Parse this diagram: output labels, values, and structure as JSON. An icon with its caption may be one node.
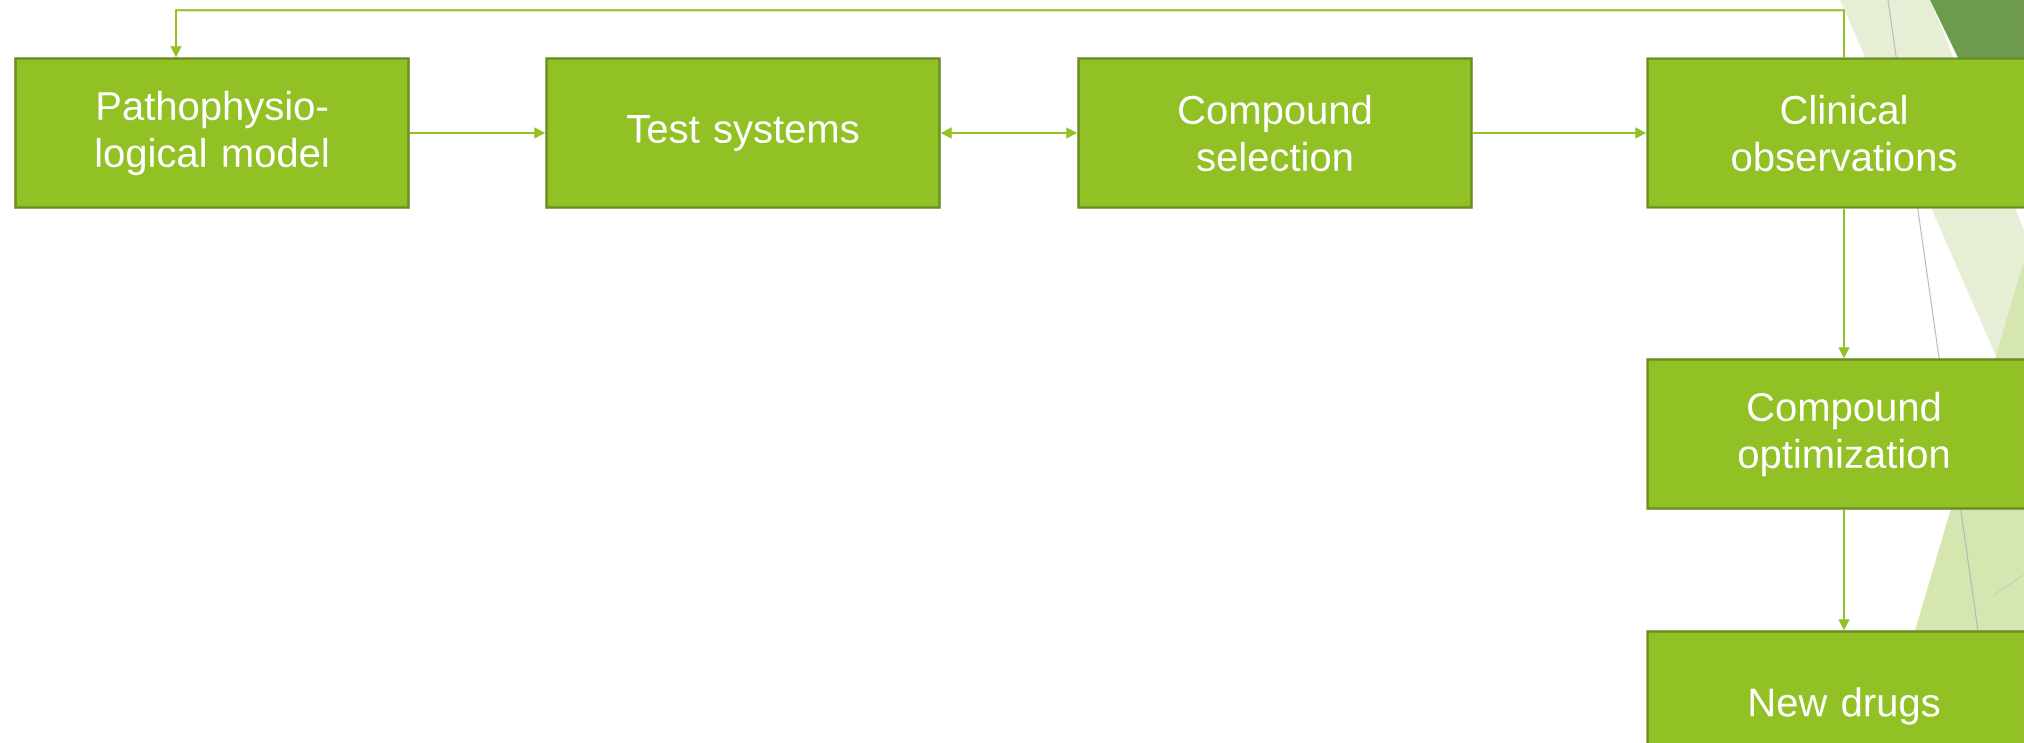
{
  "diagram": {
    "nodes": [
      {
        "text": [
          "Pathophysio- logical model"
        ]
      },
      {
        "text": [
          "Test systems"
        ]
      },
      {
        "text": [
          "Compound selection"
        ]
      },
      {
        "text": [
          "Clinical observations"
        ]
      },
      {
        "text": [
          "Compound optimization"
        ]
      },
      {
        "text": [
          "New drugs"
        ]
      }
    ],
    "edges": [
      {
        "from": 0,
        "to": 1,
        "arrow": "to"
      },
      {
        "from": 1,
        "to": 2,
        "arrow": "both"
      },
      {
        "from": 2,
        "to": 3,
        "arrow": "to"
      },
      {
        "from": 3,
        "to": 4,
        "arrow": "to"
      },
      {
        "from": 4,
        "to": 5,
        "arrow": "to"
      },
      {
        "from": 3,
        "to": 0,
        "arrow": "to"
      }
    ]
  }
}
